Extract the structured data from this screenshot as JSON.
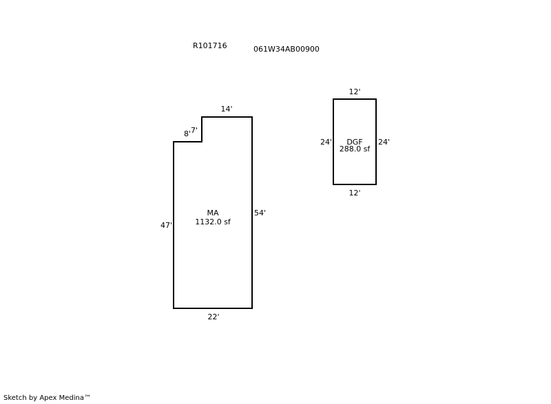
{
  "header": {
    "account_id": "R101716",
    "map_tax_lot": "061W34AB00900"
  },
  "areas": [
    {
      "code": "MA",
      "area": "1132.0 sf",
      "dimensions": {
        "top": "14'",
        "step_vertical": "7'",
        "step_horizontal": "8'",
        "right": "54'",
        "left": "47'",
        "bottom": "22'"
      }
    },
    {
      "code": "DGF",
      "area": "288.0 sf",
      "dimensions": {
        "top": "12'",
        "left": "24'",
        "right": "24'",
        "bottom": "12'"
      }
    }
  ],
  "footer": {
    "credit": "Sketch by Apex Medina™"
  },
  "colors": {
    "line": "#000000",
    "background": "#ffffff"
  }
}
